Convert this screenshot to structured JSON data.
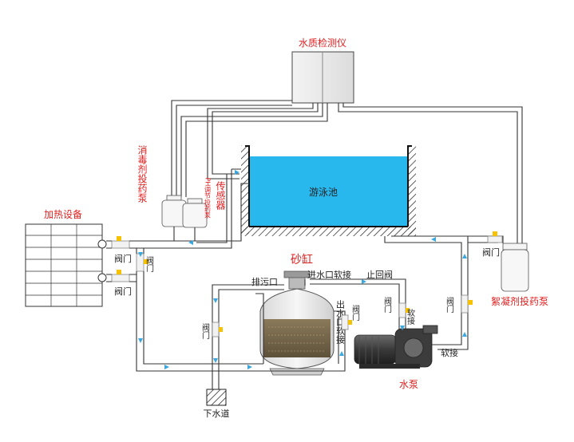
{
  "labels": {
    "water_quality_meter": "水质检测仪",
    "pool": "游泳池",
    "heater": "加热设备",
    "disinfectant_pump": "消毒剂投药泵",
    "sensor": "传感器",
    "ph_pump": "PH调节投药泵",
    "sand_tank": "砂缸",
    "drain_outlet": "排污口",
    "inlet_hose": "进水口软接",
    "check_valve": "止回阀",
    "outlet_hose": "出水口软接",
    "soft_joint_1": "软接",
    "soft_joint_2": "软接",
    "pump": "水泵",
    "flocculant_pump": "絮凝剂投药泵",
    "sewer": "下水道",
    "valve_heater_1": "阀门",
    "valve_heater_2": "阀门",
    "valve_heater_3": "阀门",
    "valve_drain": "阀门",
    "valve_outlet": "阀门",
    "valve_inlet": "阀门",
    "valve_right_1": "阀门",
    "valve_right_2": "阀门"
  },
  "colors": {
    "water": "#29b8ee",
    "label_red": "#e02020",
    "flow_arrow": "#3aa7df",
    "pipe": "#333333"
  }
}
